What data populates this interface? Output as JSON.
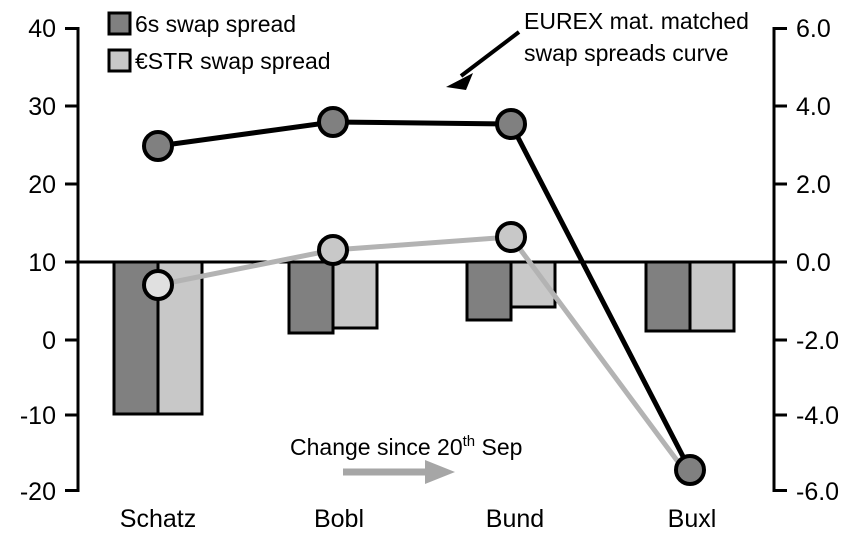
{
  "chart_data": {
    "type": "bar",
    "title": "",
    "subtitle": "",
    "xlabel": "",
    "ylabel": "",
    "grid": false,
    "legend_position": "top-left",
    "categories": [
      "Schatz",
      "Bobl",
      "Bund",
      "Buxl"
    ],
    "left_axis": {
      "label": "",
      "ylim": [
        -20,
        40
      ],
      "ticks": [
        40,
        30,
        20,
        10,
        0,
        -10,
        -20
      ],
      "tick_labels": [
        "40",
        "30",
        "20",
        "10",
        "0",
        "-10",
        "-20"
      ],
      "zero_reference_tick": 10
    },
    "right_axis": {
      "label": "",
      "ylim": [
        -6.0,
        6.0
      ],
      "ticks": [
        6.0,
        4.0,
        2.0,
        0.0,
        -2.0,
        -4.0,
        -6.0
      ],
      "tick_labels": [
        "6.0",
        "4.0",
        "2.0",
        "0.0",
        "-2.0",
        "-4.0",
        "-6.0"
      ]
    },
    "series": [
      {
        "name": "6s swap spread",
        "type": "bar",
        "axis": "right",
        "color": "#808080",
        "values": [
          -4.05,
          -1.9,
          -1.55,
          -1.85
        ]
      },
      {
        "name": "€STR swap spread",
        "type": "bar",
        "axis": "right",
        "color": "#c8c8c8",
        "values": [
          -4.05,
          -1.75,
          -1.2,
          -1.85
        ]
      },
      {
        "name": "EUREX mat. matched swap spreads curve",
        "type": "line",
        "axis": "left",
        "color": "#000000",
        "marker_fill": "#808080",
        "values": [
          24.6,
          27.9,
          27.3,
          -18.0
        ]
      },
      {
        "name": "change-since-line",
        "type": "line",
        "axis": "left",
        "color": "#b3b3b3",
        "marker_fill": "#c8c8c8",
        "values": [
          6.1,
          10.6,
          12.8,
          -19.0
        ]
      }
    ],
    "annotations": [
      {
        "name": "eurex-curve-annotation",
        "text_line1": "EUREX mat. matched",
        "text_line2": "swap spreads curve",
        "arrow": "down-left-arrow"
      },
      {
        "name": "change-since-annotation",
        "text": "Change since 20",
        "superscript": "th",
        "text_tail": " Sep",
        "arrow": "right-arrow"
      }
    ]
  },
  "legend": {
    "items": [
      {
        "label": "6s swap spread",
        "color": "#808080"
      },
      {
        "label": "€STR swap spread",
        "color": "#c8c8c8"
      }
    ]
  },
  "axes": {
    "left_ticks": [
      "40",
      "30",
      "20",
      "10",
      "0",
      "-10",
      "-20"
    ],
    "right_ticks": [
      "6.0",
      "4.0",
      "2.0",
      "0.0",
      "-2.0",
      "-4.0",
      "-6.0"
    ]
  },
  "categories": [
    "Schatz",
    "Bobl",
    "Bund",
    "Buxl"
  ],
  "annotation_eurex": {
    "line1": "EUREX mat. matched",
    "line2": "swap spreads curve"
  },
  "annotation_change": {
    "main": "Change since 20",
    "sup": "th",
    "tail": " Sep"
  }
}
